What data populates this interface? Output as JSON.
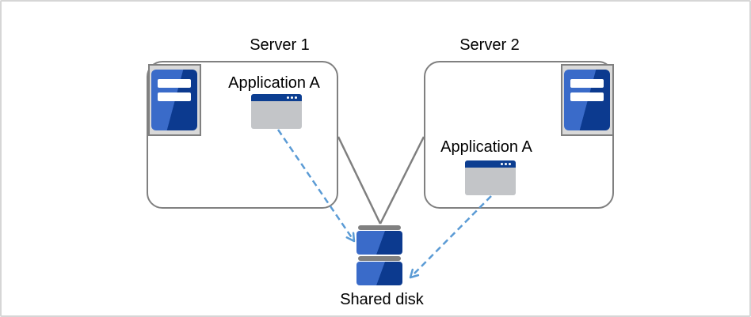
{
  "nodes": {
    "server1": {
      "label": "Server 1",
      "application": {
        "label": "Application A"
      }
    },
    "server2": {
      "label": "Server 2",
      "application": {
        "label": "Application A"
      }
    },
    "shared_disk": {
      "label": "Shared disk"
    }
  },
  "connections": {
    "server1_to_disk": "solid gray line from Server 1 box edge to shared disk",
    "server2_to_disk": "solid gray line from Server 2 box edge to shared disk",
    "app1_to_disk": "dashed blue arrow from Application A (Server 1) to shared disk",
    "app2_to_disk": "dashed blue arrow from Application A (Server 2) to shared disk"
  },
  "icons": {
    "server1_hardware": "server-tower-icon",
    "server2_hardware": "server-tower-icon",
    "application1": "application-window-icon",
    "application2": "application-window-icon",
    "shared_disk": "disk-stack-icon"
  },
  "colors": {
    "box_border": "#808080",
    "solid_line": "#7f7f7f",
    "dashed_arrow": "#5B9BD5",
    "server_blue_light": "#3a6bc9",
    "server_blue_dark": "#0c3a8f",
    "window_titlebar": "#0c3e91",
    "window_body": "#c3c5c8",
    "icon_frame_fill": "#d9d9d9",
    "disk_cap_gray": "#808080",
    "text": "#000000",
    "canvas_border": "#d6d6d6",
    "background": "#ffffff"
  }
}
